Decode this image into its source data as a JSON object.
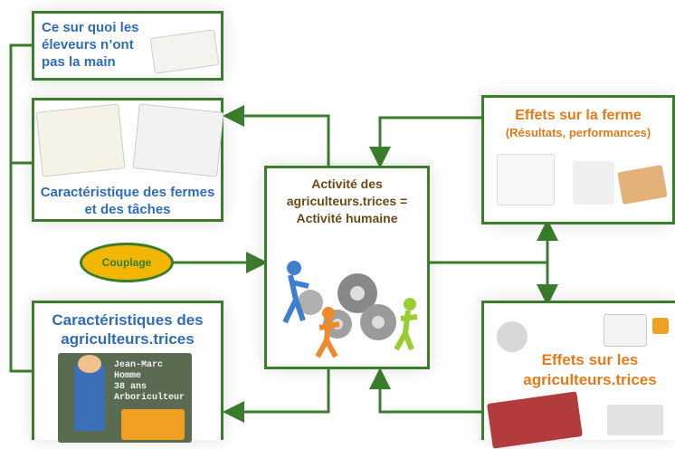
{
  "boxes": {
    "eleveurs": {
      "line1": "Ce sur quoi les",
      "line2": "éleveurs n’ont",
      "line3": "pas la main"
    },
    "fermes": {
      "line1": "Caractéristique des fermes",
      "line2": "et des tâches"
    },
    "activite": {
      "line1": "Activité des",
      "line2": "agriculteurs.trices =",
      "line3": "Activité humaine"
    },
    "effets_ferme": {
      "line1": "Effets sur la ferme",
      "line2": "(Résultats, performances)"
    },
    "caract_agri": {
      "line1": "Caractéristiques des",
      "line2": "agriculteurs.trices"
    },
    "effets_agri": {
      "line1": "Effets sur les",
      "line2": "agriculteurs.trices"
    }
  },
  "couplage": "Couplage",
  "farmer_card": {
    "line1": "Jean-Marc",
    "line2": "Homme",
    "line3": "38 ans",
    "line4": "Arboriculteur"
  },
  "colors": {
    "border": "#3a7d2c",
    "blue": "#2f6db5",
    "orange": "#e57a1a",
    "brown": "#6b4a16",
    "ellipse": "#f2b705"
  }
}
